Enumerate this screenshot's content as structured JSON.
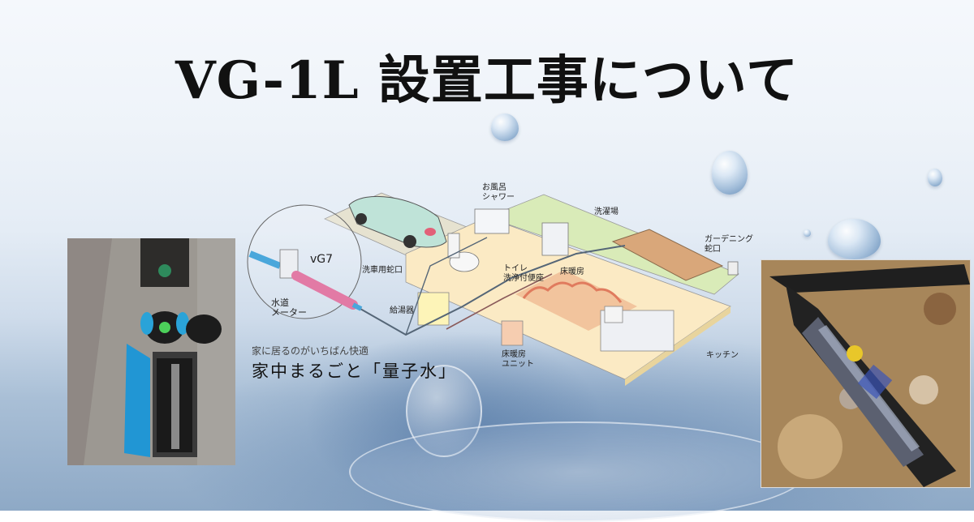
{
  "title": "VG-1L 設置工事について",
  "diagram": {
    "labels": {
      "bath_shower": "お風呂\nシャワー",
      "bath_line1": "お風呂",
      "bath_line2": "シャワー",
      "laundry": "洗濯場",
      "garden_line1": "ガーデニング",
      "garden_line2": "蛇口",
      "carwash": "洗車用蛇口",
      "toilet_line1": "トイレ",
      "toilet_line2": "洗浄付便座",
      "floor_heating": "床暖房",
      "water_heater": "給湯器",
      "floor_unit_line1": "床暖房",
      "floor_unit_line2": "ユニット",
      "kitchen": "キッチン",
      "device": "vG7",
      "meter_line1": "水道",
      "meter_line2": "メーター"
    },
    "colors": {
      "car": "#bfe3d8",
      "floor_beige": "#fbeac4",
      "floor_green": "#d9ebb8",
      "driveway": "#e6e2d0",
      "heater_box": "#fdf4b8",
      "floor_unit": "#f6cdb0",
      "heating_coil": "#e98b6d",
      "pipe_blue": "#4aa7db",
      "device_pink": "#e27aa5"
    }
  },
  "slogan": {
    "small": "家に居るのがいちばん快適",
    "big": "家中まるごと「量子水」"
  },
  "photos": {
    "left": "water-meter-box-photo",
    "right": "buried-pipe-device-photo"
  }
}
